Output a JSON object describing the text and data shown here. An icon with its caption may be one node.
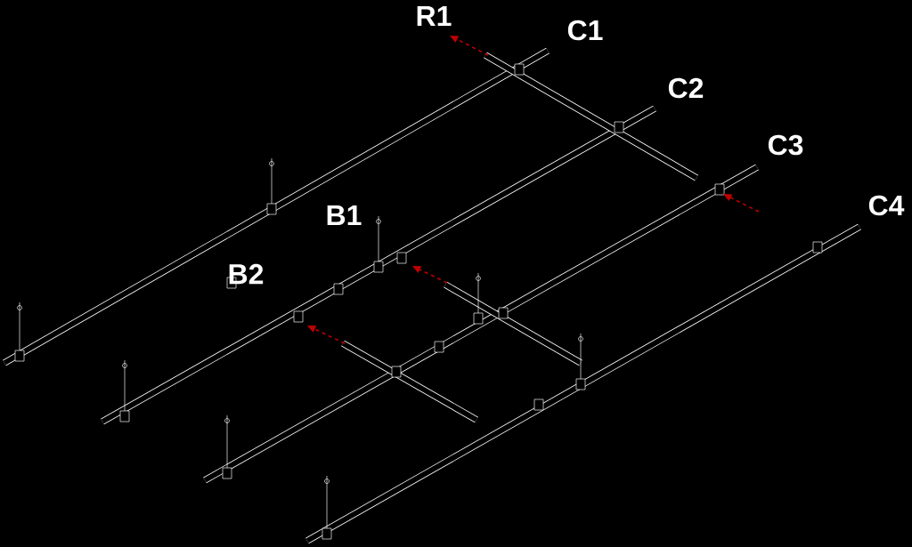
{
  "diagram": {
    "labels": [
      "R1",
      "C1",
      "C2",
      "C3",
      "B1",
      "C4",
      "B2"
    ]
  }
}
